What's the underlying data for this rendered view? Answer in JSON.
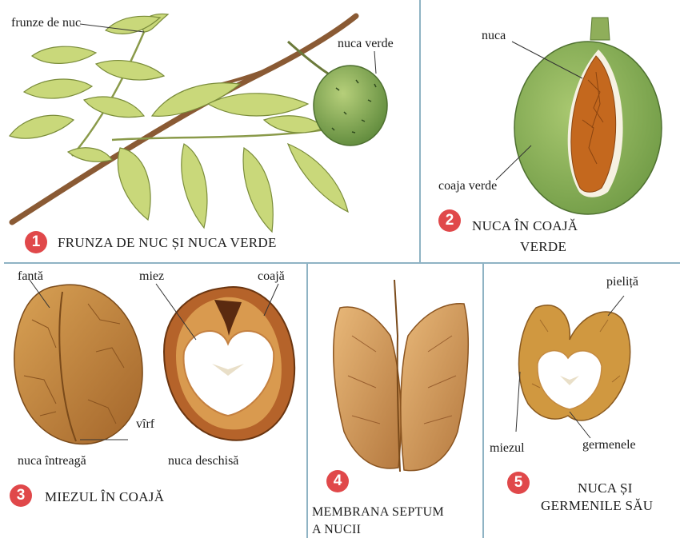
{
  "panels": [
    {
      "number": "1",
      "caption": "FRUNZA DE NUC ȘI NUCA VERDE",
      "labels": {
        "leaves": "frunze de nuc",
        "green_nut": "nuca verde"
      }
    },
    {
      "number": "2",
      "caption_line1": "NUCA ÎN COAJĂ",
      "caption_line2": "VERDE",
      "labels": {
        "nut": "nuca",
        "green_husk": "coaja verde"
      }
    },
    {
      "number": "3",
      "caption": "MIEZUL ÎN COAJĂ",
      "labels": {
        "slit": "fantă",
        "kernel": "miez",
        "shell": "coajă",
        "tip": "vîrf",
        "whole_nut": "nuca întreagă",
        "open_nut": "nuca deschisă"
      }
    },
    {
      "number": "4",
      "caption_line1": "MEMBRANA SEPTUM",
      "caption_line2": "A NUCII"
    },
    {
      "number": "5",
      "caption_line1": "NUCA ȘI",
      "caption_line2": "GERMENILE SĂU",
      "labels": {
        "skin": "pieliță",
        "kernel": "miezul",
        "germ": "germenele"
      }
    }
  ],
  "colors": {
    "divider": "#8fb3c4",
    "badge": "#e0484a",
    "leaf": "#c9d87a",
    "husk": "#8fb35a",
    "shell": "#c8873a"
  }
}
